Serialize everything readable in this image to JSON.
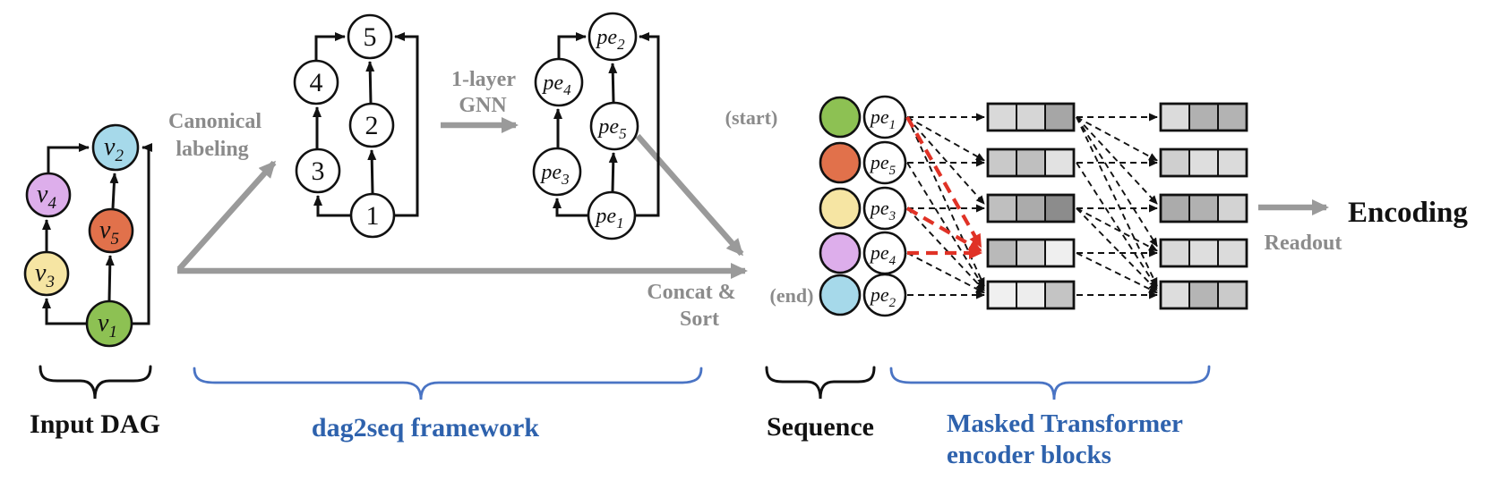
{
  "figure": {
    "captions": {
      "input_dag": "Input DAG",
      "dag2seq": "dag2seq framework",
      "sequence": "Sequence",
      "transformer_line1": "Masked Transformer",
      "transformer_line2": "encoder blocks"
    },
    "annotations": {
      "canonical_line1": "Canonical",
      "canonical_line2": "labeling",
      "gnn_line1": "1-layer",
      "gnn_line2": "GNN",
      "concat_line1": "Concat &",
      "concat_line2": "Sort",
      "start_tag": "(start)",
      "end_tag": "(end)",
      "readout": "Readout",
      "encoding": "Encoding"
    }
  },
  "colors": {
    "green": "#8dc153",
    "orange": "#e1714b",
    "yellow": "#f6e5a3",
    "purple": "#ddaeeb",
    "blue": "#a6d9ea",
    "gray_text": "#8b8b8b",
    "gray_arrow": "#9a9a9a",
    "blue_text": "#2e62ad",
    "blue_brace": "#4a74c4",
    "red_arrow": "#e03226",
    "black": "#111111"
  },
  "input_dag": {
    "nodes": [
      {
        "base": "v",
        "sub": "2",
        "color": "#a6d9ea"
      },
      {
        "base": "v",
        "sub": "4",
        "color": "#ddaeeb"
      },
      {
        "base": "v",
        "sub": "5",
        "color": "#e1714b"
      },
      {
        "base": "v",
        "sub": "3",
        "color": "#f6e5a3"
      },
      {
        "base": "v",
        "sub": "1",
        "color": "#8dc153"
      }
    ],
    "edges": [
      "v1→v3",
      "v3→v4",
      "v4→v2",
      "v1→v5",
      "v5→v2",
      "v1→v2"
    ]
  },
  "canonical_graph": {
    "nodes": [
      "5",
      "4",
      "2",
      "3",
      "1"
    ],
    "edges": [
      "1→3",
      "3→4",
      "4→5",
      "1→2",
      "2→5",
      "1→5"
    ]
  },
  "pe_graph": {
    "nodes": [
      {
        "base": "pe",
        "sub": "2"
      },
      {
        "base": "pe",
        "sub": "4"
      },
      {
        "base": "pe",
        "sub": "5"
      },
      {
        "base": "pe",
        "sub": "3"
      },
      {
        "base": "pe",
        "sub": "1"
      }
    ],
    "edges": [
      "pe1→pe3",
      "pe3→pe4",
      "pe4→pe2",
      "pe1→pe5",
      "pe5→pe2",
      "pe1→pe2"
    ]
  },
  "sequence": {
    "rows": [
      {
        "tag": "(start)",
        "color": "#8dc153",
        "base": "pe",
        "sub": "1"
      },
      {
        "tag": "",
        "color": "#e1714b",
        "base": "pe",
        "sub": "5"
      },
      {
        "tag": "",
        "color": "#f6e5a3",
        "base": "pe",
        "sub": "3"
      },
      {
        "tag": "",
        "color": "#ddaeeb",
        "base": "pe",
        "sub": "4"
      },
      {
        "tag": "(end)",
        "color": "#a6d9ea",
        "base": "pe",
        "sub": "2"
      }
    ]
  },
  "transformer": {
    "layer1_blocks": [
      {
        "cells": [
          "#d9d9d9",
          "#d6d6d6",
          "#a6a6a6"
        ]
      },
      {
        "cells": [
          "#c9c9c9",
          "#bfbfbf",
          "#e2e2e2"
        ]
      },
      {
        "cells": [
          "#bfbfbf",
          "#ababab",
          "#8c8c8c"
        ]
      },
      {
        "cells": [
          "#b9b9b9",
          "#d2d2d2",
          "#efefef"
        ]
      },
      {
        "cells": [
          "#f0f0f0",
          "#ededed",
          "#c4c4c4"
        ]
      }
    ],
    "layer2_blocks": [
      {
        "cells": [
          "#dbdbdb",
          "#b1b1b1",
          "#b3b3b3"
        ]
      },
      {
        "cells": [
          "#cfcfcf",
          "#dedede",
          "#dbdbdb"
        ]
      },
      {
        "cells": [
          "#ababab",
          "#b1b1b1",
          "#d3d3d3"
        ]
      },
      {
        "cells": [
          "#d9d9d9",
          "#dedede",
          "#dbdbdb"
        ]
      },
      {
        "cells": [
          "#dddddd",
          "#b5b5b5",
          "#cacaca"
        ]
      }
    ],
    "attention_input_to_layer1": [
      [
        1,
        1
      ],
      [
        1,
        2
      ],
      [
        1,
        3
      ],
      [
        1,
        5
      ],
      [
        2,
        2
      ],
      [
        2,
        5
      ],
      [
        3,
        3
      ],
      [
        3,
        5
      ],
      [
        4,
        5
      ],
      [
        5,
        5
      ]
    ],
    "attention_red": [
      [
        1,
        4
      ],
      [
        3,
        4
      ],
      [
        4,
        4
      ]
    ],
    "attention_layer1_to_layer2": [
      [
        1,
        1
      ],
      [
        1,
        2
      ],
      [
        1,
        3
      ],
      [
        1,
        4
      ],
      [
        1,
        5
      ],
      [
        2,
        2
      ],
      [
        2,
        5
      ],
      [
        3,
        3
      ],
      [
        3,
        4
      ],
      [
        3,
        5
      ],
      [
        4,
        4
      ],
      [
        4,
        5
      ],
      [
        5,
        5
      ]
    ]
  }
}
